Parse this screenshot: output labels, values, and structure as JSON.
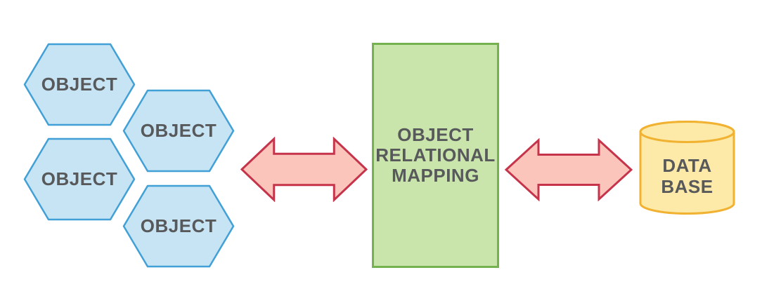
{
  "colors": {
    "background": "#ffffff",
    "hex_fill": "#c7e4f5",
    "hex_stroke": "#41a0d6",
    "box_fill": "#c9e5ac",
    "box_stroke": "#73b24f",
    "arrow_fill": "#fbc5bc",
    "arrow_stroke": "#c5344a",
    "db_fill": "#fdeaa9",
    "db_stroke": "#f1b232",
    "text": "#58595b"
  },
  "objects": {
    "labels": [
      "OBJECT",
      "OBJECT",
      "OBJECT",
      "OBJECT"
    ]
  },
  "orm_box": {
    "label_lines": [
      "OBJECT",
      "RELATIONAL",
      "MAPPING"
    ]
  },
  "database": {
    "label_lines": [
      "DATA",
      "BASE"
    ]
  },
  "icons": {
    "left_arrow": "double-headed-arrow",
    "right_arrow": "double-headed-arrow"
  }
}
